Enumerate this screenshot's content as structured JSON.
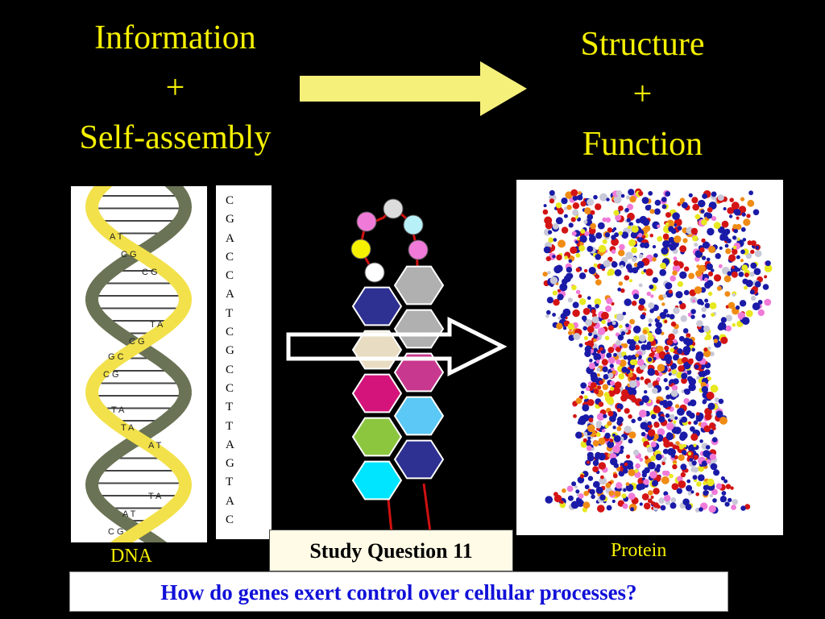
{
  "left_title": {
    "line1": "Information",
    "line2": "+",
    "line3": "Self-assembly"
  },
  "right_title": {
    "line1": "Structure",
    "line2": "+",
    "line3": "Function"
  },
  "dna": {
    "base_pairs": [
      "A T",
      "C G",
      "C G",
      "T A",
      "C G",
      "G C",
      "C G",
      "T A",
      "T A",
      "A T",
      "T A",
      "A T",
      "C G"
    ],
    "caption": "DNA"
  },
  "sequence": [
    "C",
    "G",
    "A",
    "C",
    "C",
    "A",
    "T",
    "C",
    "G",
    "C",
    "C",
    "T",
    "T",
    "A",
    "G",
    "T",
    "A",
    "C"
  ],
  "protein": {
    "caption": "Protein"
  },
  "study_question": "Study Question 11",
  "question": "How do genes exert control over cellular processes?",
  "colors": {
    "title_yellow": "#f5f000",
    "question_blue": "#1010d8",
    "navy": "#2e3192",
    "beige": "#e8dcc2",
    "magenta": "#d4147a",
    "lime": "#8cc63f",
    "cyan": "#00e5ff",
    "gray": "#b0b0b0",
    "purple_pink": "#c8388f",
    "sky": "#5bc8f5"
  }
}
